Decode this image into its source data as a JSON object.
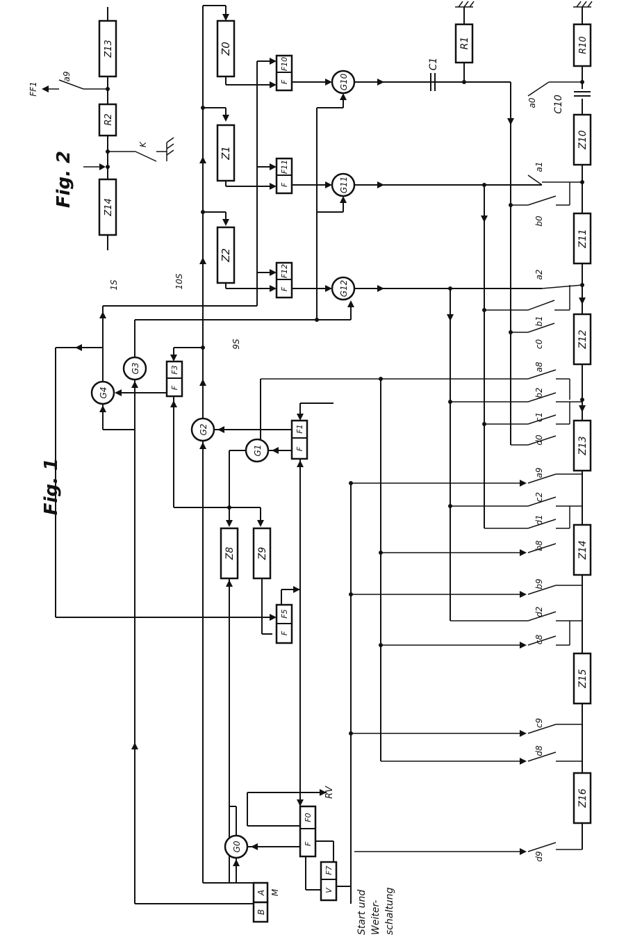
{
  "figures": {
    "fig1": "Fig. 1",
    "fig2": "Fig. 2"
  },
  "fig2": {
    "ff1": "FF1",
    "a9": "a9",
    "k": "K",
    "z13": "Z13",
    "r2": "R2",
    "z14": "Z14"
  },
  "registers_top": {
    "z0": "Z0",
    "z1": "Z1",
    "z2": "Z2"
  },
  "flipflops_top": {
    "f10": "F F10",
    "f11": "F F11",
    "f12": "F F12"
  },
  "gates_top": {
    "g10": "G10",
    "g11": "G11",
    "g12": "G12"
  },
  "right_chain": {
    "r1": "R1",
    "r10": "R10",
    "z10": "Z10",
    "z11": "Z11",
    "z12": "Z12",
    "z13": "Z13",
    "z14": "Z14",
    "z15": "Z15",
    "z16": "Z16"
  },
  "capacitors": {
    "c1": "C1",
    "c10": "C10"
  },
  "lines": {
    "l1s": "1S",
    "l10s": "10S",
    "l9s": "9S"
  },
  "left": {
    "g4": "G4",
    "g3": "G3",
    "f3": "F F3",
    "g2": "G2",
    "g1": "G1",
    "f1": "F F1",
    "z8": "Z8",
    "z9": "Z9",
    "f5": "F F5",
    "g0": "G0",
    "f0": "F F0",
    "rv": "RV",
    "ff7": "V F7",
    "b": "B",
    "a": "A",
    "m": "M"
  },
  "start_text": [
    "Start und",
    "Weiter-",
    "schaltung"
  ],
  "contacts": {
    "a0": "a0",
    "a1": "a1",
    "b0": "b0",
    "a2": "a2",
    "b1": "b1",
    "c0": "c0",
    "a8": "a8",
    "b2": "b2",
    "c1": "c1",
    "d0": "d0",
    "a9": "a9",
    "c2": "c2",
    "d1": "d1",
    "b8": "b8",
    "b9": "b9",
    "d2": "d2",
    "c8": "c8",
    "c9": "c9",
    "d8": "d8",
    "d9": "d9"
  }
}
